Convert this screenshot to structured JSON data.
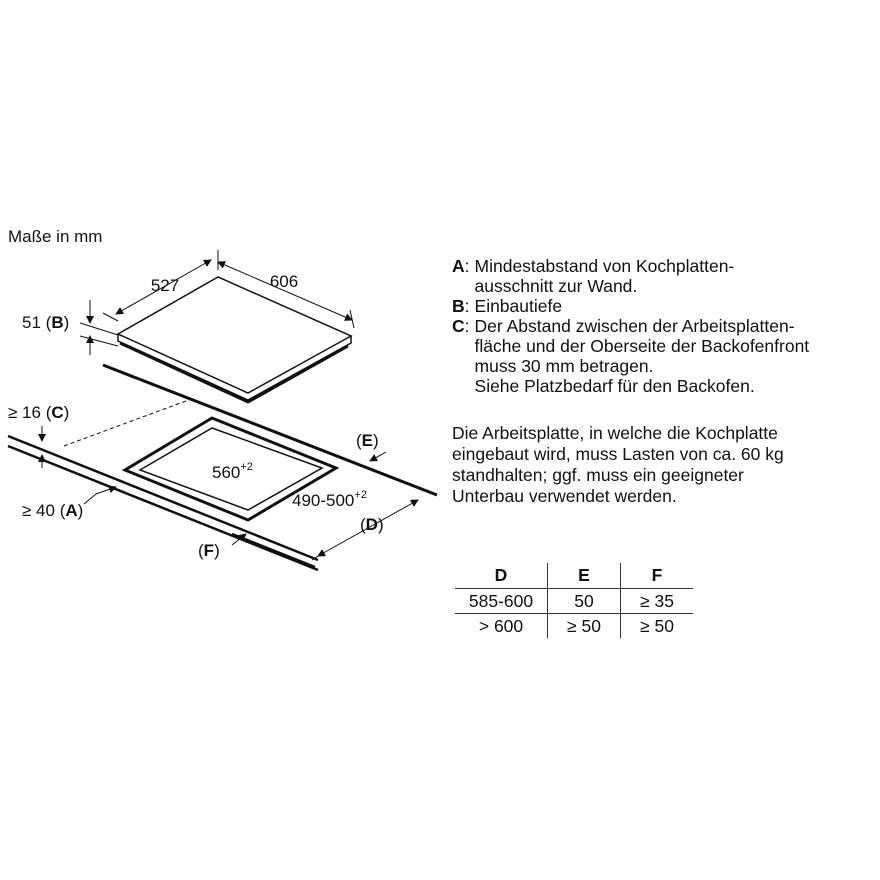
{
  "diagram": {
    "units_note": "Maße in mm",
    "dim_width": "606",
    "dim_depth": "527",
    "dim_height_value": "51",
    "dim_height_key": "B",
    "gap_c_prefix": "≥ 16",
    "gap_c_key": "C",
    "gap_a_prefix": "≥ 40",
    "gap_a_key": "A",
    "cutout_width": "560",
    "cutout_width_tol": "+2",
    "cutout_depth": "490-500",
    "cutout_depth_tol": "+2",
    "label_e": "E",
    "label_d": "D",
    "label_f": "F"
  },
  "legend": [
    {
      "key": "A",
      "text": "Mindestabstand von Kochplatten-\nausschnitt zur Wand."
    },
    {
      "key": "B",
      "text": "Einbautiefe"
    },
    {
      "key": "C",
      "text": "Der Abstand zwischen der Arbeitsplatten-\nfläche und der Oberseite der Backofenfront\nmuss 30 mm betragen.\nSiehe Platzbedarf für den Backofen."
    }
  ],
  "note": "Die Arbeitsplatte, in welche die Kochplatte\neingebaut wird, muss Lasten von ca. 60 kg\nstandhalten; ggf. muss ein geeigneter\nUnterbau verwendet werden.",
  "table": {
    "headers": [
      "D",
      "E",
      "F"
    ],
    "rows": [
      [
        "585-600",
        "50",
        "≥ 35"
      ],
      [
        "> 600",
        "≥ 50",
        "≥ 50"
      ]
    ]
  }
}
